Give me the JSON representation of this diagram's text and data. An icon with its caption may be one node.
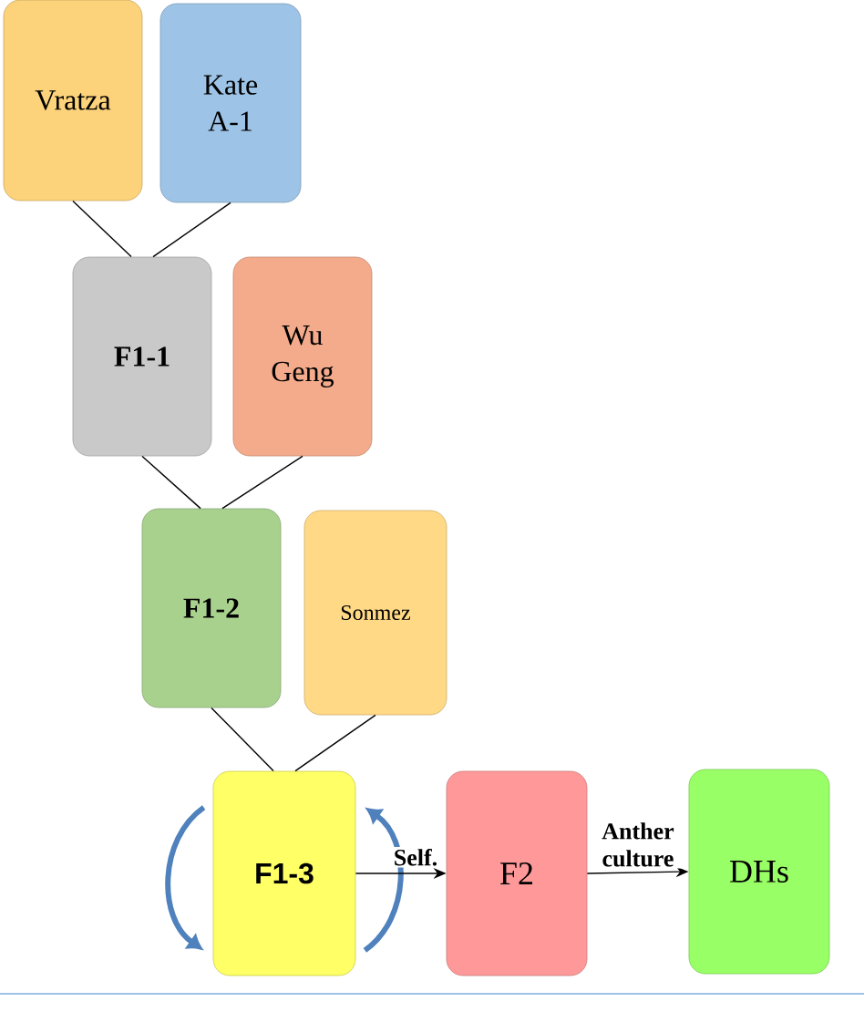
{
  "diagram": {
    "nodes": [
      {
        "text": [
          "Vratza"
        ]
      },
      {
        "text": [
          "Kate A-1"
        ]
      },
      {
        "text": [
          "F1-1"
        ]
      },
      {
        "text": [
          "Wu Geng"
        ]
      },
      {
        "text": [
          "F1-2"
        ]
      },
      {
        "text": [
          "Sonmez"
        ]
      },
      {
        "text": [
          "F1-3"
        ]
      },
      {
        "text": [
          "F2"
        ]
      },
      {
        "text": [
          "DHs"
        ]
      }
    ],
    "edges": [
      {
        "from": 0,
        "to": 2,
        "arrow": "none"
      },
      {
        "from": 1,
        "to": 2,
        "arrow": "none"
      },
      {
        "from": 2,
        "to": 4,
        "arrow": "none"
      },
      {
        "from": 3,
        "to": 4,
        "arrow": "none"
      },
      {
        "from": 4,
        "to": 6,
        "arrow": "none"
      },
      {
        "from": 5,
        "to": 6,
        "arrow": "none"
      },
      {
        "from": 6,
        "to": 6,
        "arrow": "to",
        "style": "thick",
        "color": "#4f81bd"
      },
      {
        "from": 6,
        "to": 6,
        "arrow": "to",
        "style": "thick",
        "color": "#4f81bd"
      },
      {
        "from": 6,
        "to": 7,
        "arrow": "to",
        "label": "Self."
      },
      {
        "from": 7,
        "to": 8,
        "arrow": "to",
        "label": "Anther culture"
      }
    ]
  }
}
